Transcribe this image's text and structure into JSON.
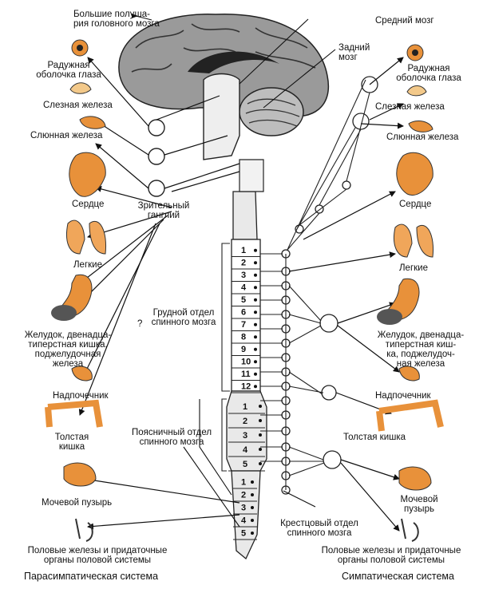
{
  "labels": {
    "cerebrum": [
      "Большие полуша-",
      "рия головного мозга"
    ],
    "midbrain": "Средний мозг",
    "hindbrain": [
      "Задний",
      "мозг"
    ],
    "iris_left": [
      "Радужная",
      "оболочка глаза"
    ],
    "iris_right": [
      "Радужная",
      "оболочка глаза"
    ],
    "lacrimal_left": "Слезная железа",
    "lacrimal_right": "Слезная железа",
    "salivary_left": "Слюнная железа",
    "salivary_right": "Слюнная железа",
    "ciliary_ganglion": [
      "Зрительный",
      "ганглий"
    ],
    "heart_left": "Сердце",
    "heart_right": "Сердце",
    "lungs_left": "Легкие",
    "lungs_right": "Легкие",
    "question": "?",
    "thoracic": [
      "Грудной отдел",
      "спинного мозга"
    ],
    "stomach_left": [
      "Желудок, двенадца-",
      "типерстная кишка,",
      "поджелудочная",
      "железа"
    ],
    "stomach_right": [
      "Желудок, двенадца-",
      "типерстная киш-",
      "ка, поджелудоч-",
      "ная железа"
    ],
    "adrenal_left": "Надпочечник",
    "adrenal_right": "Надпочечник",
    "colon_left": [
      "Толстая",
      "кишка"
    ],
    "colon_right": "Толстая кишка",
    "lumbar": [
      "Поясничный отдел",
      "спинного мозга"
    ],
    "bladder_left": "Мочевой пузырь",
    "bladder_right": [
      "Мочевой",
      "пузырь"
    ],
    "sacral": [
      "Крестцовый отдел",
      "спинного мозга"
    ],
    "genital_left": [
      "Половые железы и придаточные",
      "органы половой системы"
    ],
    "genital_right": [
      "Половые железы и придаточные",
      "органы половой системы"
    ],
    "parasympathetic": "Парасимпатическая система",
    "sympathetic": "Симпатическая система"
  },
  "segments": {
    "thoracic": [
      "1",
      "2",
      "3",
      "4",
      "5",
      "6",
      "7",
      "8",
      "9",
      "10",
      "11",
      "12"
    ],
    "lumbar": [
      "1",
      "2",
      "3",
      "4",
      "5"
    ],
    "sacral": [
      "1",
      "2",
      "3",
      "4",
      "5"
    ]
  },
  "colors": {
    "brain": "#9a9a9a",
    "organ_orange": "#e8913a",
    "organ_dark": "#c8621e",
    "line": "#111111"
  }
}
